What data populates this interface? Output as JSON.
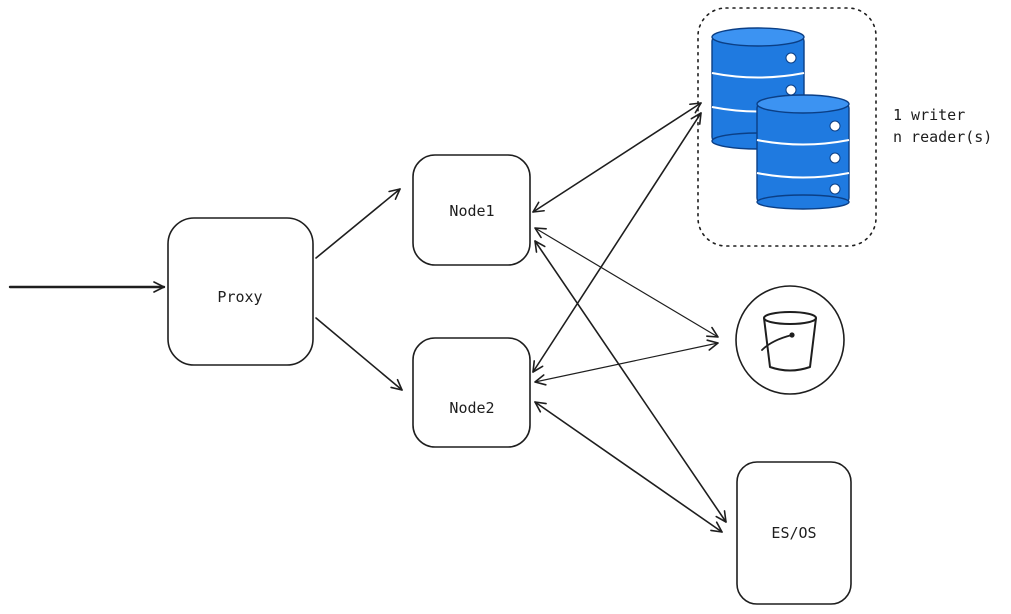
{
  "nodes": {
    "proxy": "Proxy",
    "node1": "Node1",
    "node2": "Node2",
    "search": "ES/OS"
  },
  "database_note": {
    "line1": "1 writer",
    "line2": "n reader(s)"
  },
  "icons": {
    "database": "database-stack-icon",
    "bucket": "bucket-icon"
  },
  "colors": {
    "database": "#1f7ae0",
    "stroke": "#1e1e1e"
  }
}
